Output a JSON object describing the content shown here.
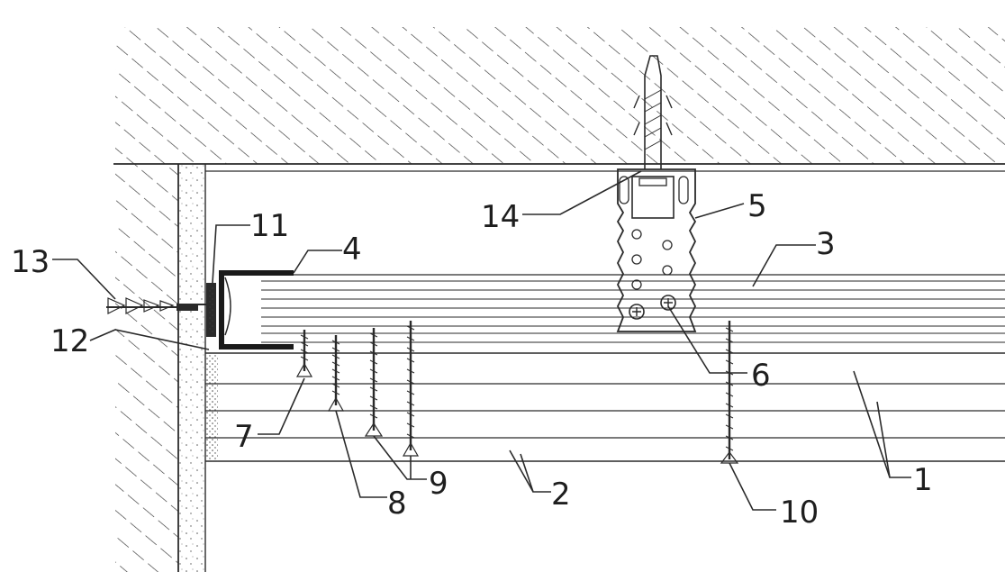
{
  "callouts": [
    {
      "id": "c1",
      "text": "1"
    },
    {
      "id": "c2",
      "text": "2"
    },
    {
      "id": "c3",
      "text": "3"
    },
    {
      "id": "c4",
      "text": "4"
    },
    {
      "id": "c5",
      "text": "5"
    },
    {
      "id": "c6",
      "text": "6"
    },
    {
      "id": "c7",
      "text": "7"
    },
    {
      "id": "c8",
      "text": "8"
    },
    {
      "id": "c9",
      "text": "9"
    },
    {
      "id": "c10",
      "text": "10"
    },
    {
      "id": "c11",
      "text": "11"
    },
    {
      "id": "c12",
      "text": "12"
    },
    {
      "id": "c13",
      "text": "13"
    },
    {
      "id": "c14",
      "text": "14"
    }
  ],
  "colors": {
    "line": "#2a2a2a",
    "background": "#ffffff",
    "profile": "#1a1a1a"
  }
}
